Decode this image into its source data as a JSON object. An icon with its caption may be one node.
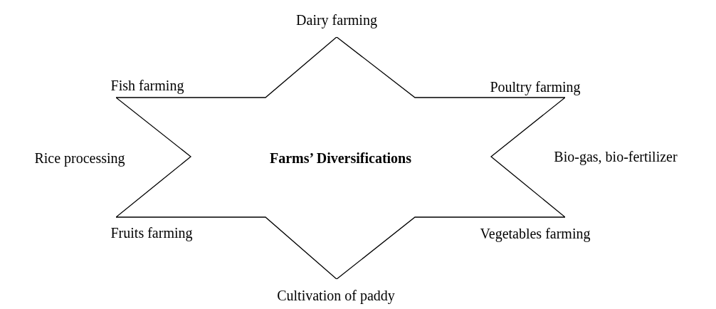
{
  "diagram": {
    "nodes": [
      {
        "text": [
          "Farms’ Diversifications"
        ]
      }
    ],
    "edges": [],
    "labels": [
      "Dairy farming",
      "Fish farming",
      "Poultry farming",
      "Rice processing",
      "Bio-gas, bio-fertilizer",
      "Fruits farming",
      "Vegetables farming",
      "Cultivation of paddy"
    ]
  }
}
